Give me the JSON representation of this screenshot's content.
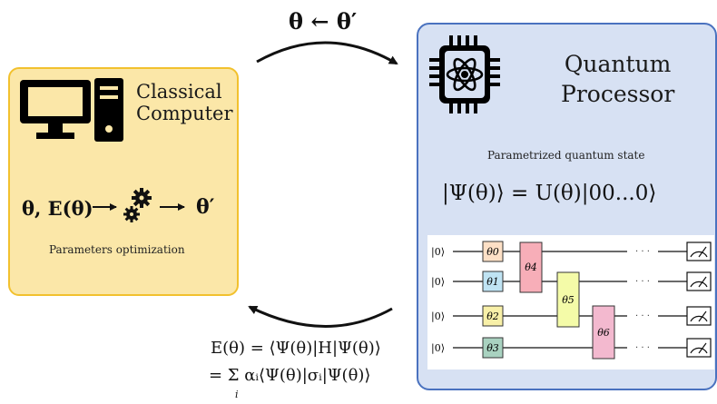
{
  "top_update": "θ ← θ′",
  "classical": {
    "title_line1": "Classical",
    "title_line2": "Computer",
    "equation_left": "θ, E(θ)",
    "equation_right": "θ′",
    "caption": "Parameters optimization"
  },
  "quantum": {
    "title_line1": "Quantum",
    "title_line2": "Processor",
    "state_caption": "Parametrized quantum state",
    "state_equation": "|Ψ(θ)⟩ = U(θ)|00...0⟩"
  },
  "circuit": {
    "qubit_labels": [
      "|0⟩",
      "|0⟩",
      "|0⟩",
      "|0⟩"
    ],
    "gates_col1": [
      "θ0",
      "θ1",
      "θ2",
      "θ3"
    ],
    "gate_theta4": "θ4",
    "gate_theta5": "θ5",
    "gate_theta6": "θ6",
    "ellipsis": "· · ·"
  },
  "energy": {
    "line1": "E(θ) = ⟨Ψ(θ)|H|Ψ(θ)⟩",
    "line2": "= Σ αᵢ⟨Ψ(θ)|σᵢ|Ψ(θ)⟩",
    "sum_index": "i"
  },
  "colors": {
    "classical_bg": "#fbe7a8",
    "classical_border": "#f2c12e",
    "quantum_bg": "#d7e1f3",
    "quantum_border": "#4a72bf",
    "gate_theta0": "#fde0c6",
    "gate_theta1": "#bfe3f3",
    "gate_theta2": "#f8f0a8",
    "gate_theta3": "#a9d2c0",
    "gate_theta4": "#f7aeb8",
    "gate_theta5": "#f4fba8",
    "gate_theta6": "#f3b9cf"
  }
}
